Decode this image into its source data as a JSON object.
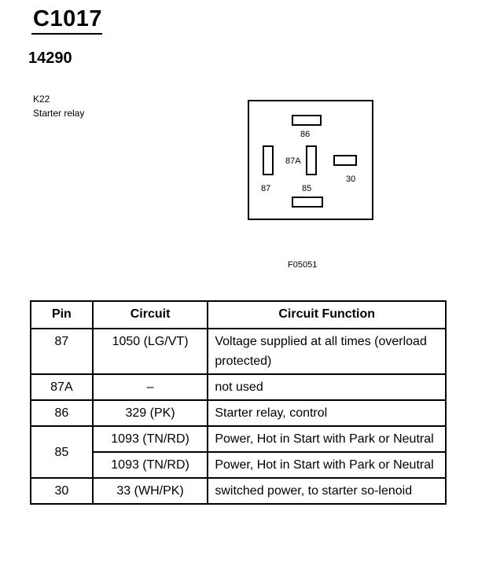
{
  "header": {
    "connector_id": "C1017",
    "part_number": "14290"
  },
  "component": {
    "code": "K22",
    "name": "Starter relay"
  },
  "diagram": {
    "pins": {
      "p86": "86",
      "p87a": "87A",
      "p30": "30",
      "p87": "87",
      "p85": "85"
    },
    "figure_ref": "F05051"
  },
  "table": {
    "headers": {
      "pin": "Pin",
      "circuit": "Circuit",
      "function": "Circuit Function"
    },
    "rows": [
      {
        "pin": "87",
        "circuit": "1050 (LG/VT)",
        "function": "Voltage supplied at all times (overload protected)"
      },
      {
        "pin": "87A",
        "circuit": "–",
        "function": "not used"
      },
      {
        "pin": "86",
        "circuit": "329 (PK)",
        "function": "Starter relay, control"
      },
      {
        "pin": "85",
        "circuit": "1093 (TN/RD)",
        "function": "Power, Hot in Start with Park or Neutral"
      },
      {
        "pin": "",
        "circuit": "1093 (TN/RD)",
        "function": "Power, Hot in Start with Park or Neutral"
      },
      {
        "pin": "30",
        "circuit": "33 (WH/PK)",
        "function": "switched power, to starter so-lenoid"
      }
    ]
  }
}
